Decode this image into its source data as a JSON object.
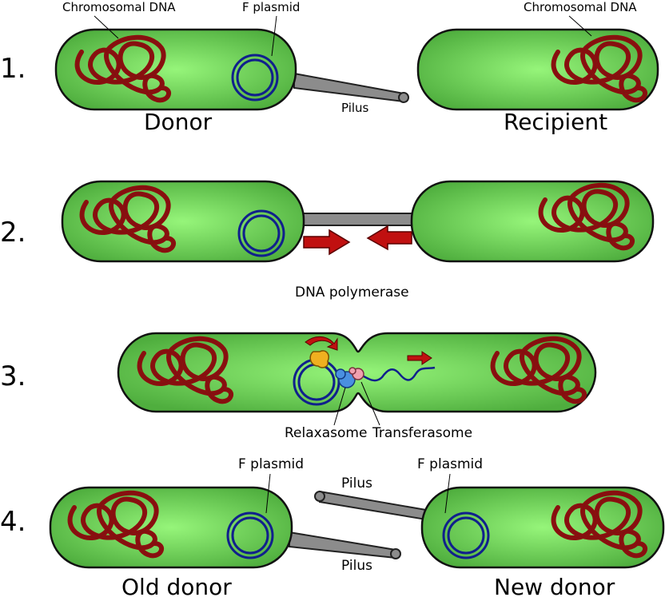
{
  "steps": {
    "s1": "1.",
    "s2": "2.",
    "s3": "3.",
    "s4": "4."
  },
  "labels": {
    "chromosomal_dna_left": "Chromosomal DNA",
    "f_plasmid_top": "F plasmid",
    "chromosomal_dna_right": "Chromosomal DNA",
    "pilus_1": "Pilus",
    "donor": "Donor",
    "recipient": "Recipient",
    "dna_polymerase": "DNA polymerase",
    "relaxasome": "Relaxasome",
    "transferasome": "Transferasome",
    "f_plasmid_old": "F plasmid",
    "f_plasmid_new": "F plasmid",
    "pilus_4_top": "Pilus",
    "pilus_4_bottom": "Pilus",
    "old_donor": "Old donor",
    "new_donor": "New donor"
  },
  "colors": {
    "cell_fill_center": "#8ef26c",
    "cell_fill_edge": "#4aa83a",
    "dna": "#8b0f0f",
    "plasmid": "#10208c",
    "pilus": "#8c8c8c",
    "arrow": "#c01010",
    "polymerase": "#f0b020",
    "relaxasome": "#4a90e0",
    "transferasome": "#f0a0b0"
  }
}
